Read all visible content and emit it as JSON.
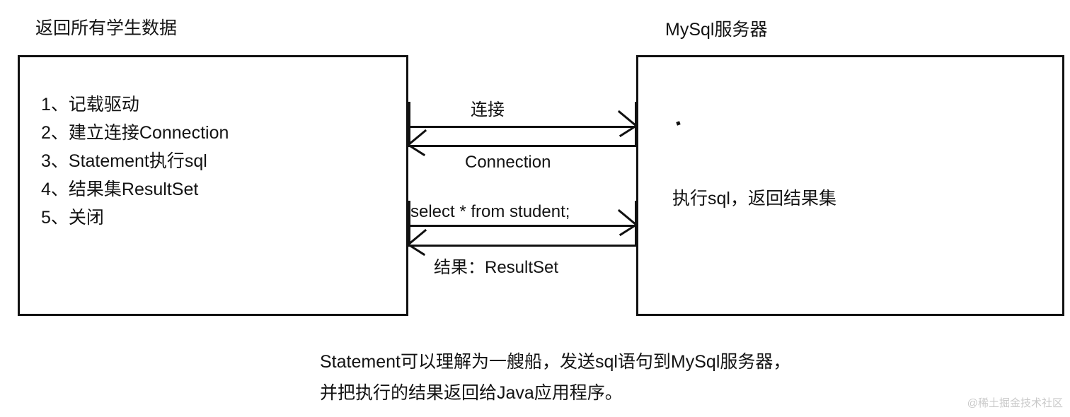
{
  "diagram": {
    "type": "sequence-diagram",
    "client": {
      "title": "返回所有学生数据",
      "steps": [
        "1、记载驱动",
        "2、建立连接Connection",
        "3、Statement执行sql",
        "4、结果集ResultSet",
        "5、关闭"
      ]
    },
    "server": {
      "title": "MySql服务器",
      "note": "执行sql，返回结果集"
    },
    "messages": [
      {
        "label": "连接",
        "direction": "right"
      },
      {
        "label": "Connection",
        "direction": "left"
      },
      {
        "label": "select * from student;",
        "direction": "right"
      },
      {
        "label": "结果：ResultSet",
        "direction": "left"
      }
    ],
    "caption": [
      "Statement可以理解为一艘船，发送sql语句到MySql服务器，",
      "并把执行的结果返回给Java应用程序。"
    ],
    "watermark": "@稀土掘金技术社区",
    "colors": {
      "stroke": "#111111",
      "text": "#131313",
      "background": "#ffffff",
      "watermark": "#c9c9c9"
    }
  }
}
